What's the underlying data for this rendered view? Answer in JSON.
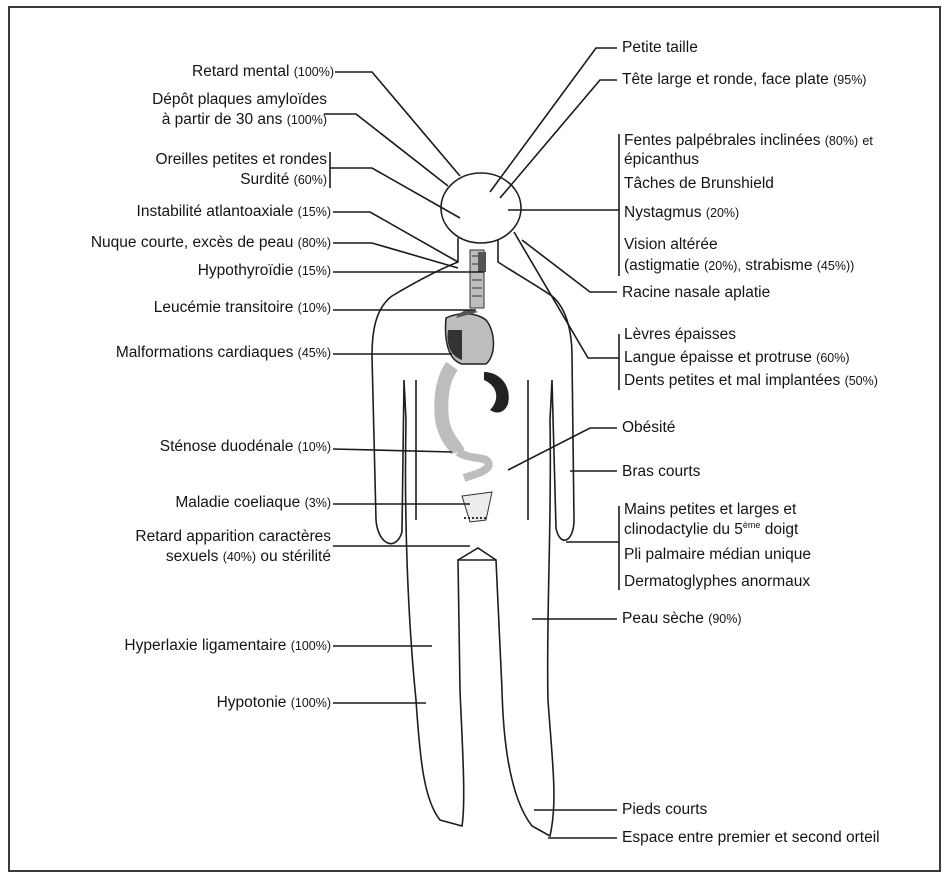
{
  "left": {
    "retard_mental": {
      "text": "Retard mental",
      "pct": "(100%)"
    },
    "amyloid_1": "Dépôt plaques amyloïdes",
    "amyloid_2": {
      "text": "à partir de 30 ans",
      "pct": "(100%)"
    },
    "oreilles": "Oreilles petites et rondes",
    "surdite": {
      "text": "Surdité",
      "pct": "(60%)"
    },
    "instabilite": {
      "text": "Instabilité atlantoaxiale",
      "pct": "(15%)"
    },
    "nuque": {
      "text": "Nuque courte, excès de peau",
      "pct": "(80%)"
    },
    "hypothyroidie": {
      "text": "Hypothyroïdie",
      "pct": "(15%)"
    },
    "leucemie": {
      "text": "Leucémie transitoire",
      "pct": "(10%)"
    },
    "cardiaques": {
      "text": "Malformations cardiaques",
      "pct": "(45%)"
    },
    "stenose": {
      "text": "Sténose duodénale",
      "pct": "(10%)"
    },
    "coeliaque": {
      "text": "Maladie coeliaque",
      "pct": "(3%)"
    },
    "sexuels_1": "Retard apparition caractères",
    "sexuels_2": {
      "text": "sexuels",
      "pct": "(40%)",
      "rest": "ou stérilité"
    },
    "hyperlaxie": {
      "text": "Hyperlaxie ligamentaire",
      "pct": "(100%)"
    },
    "hypotonie": {
      "text": "Hypotonie",
      "pct": "(100%)"
    }
  },
  "right": {
    "petite_taille": "Petite taille",
    "tete": {
      "text": "Tête large et ronde, face plate",
      "pct": "(95%)"
    },
    "fentes_1": {
      "text": "Fentes palpébrales inclinées",
      "pct": "(80%)",
      "rest": "et"
    },
    "fentes_2": "épicanthus",
    "taches": "Tâches de Brunshield",
    "nystagmus": {
      "text": "Nystagmus",
      "pct": "(20%)"
    },
    "vision_1": "Vision altérée",
    "vision_2": {
      "a": "(astigmatie",
      "pa": "(20%),",
      "b": "strabisme",
      "pb": "(45%))"
    },
    "racine": "Racine nasale aplatie",
    "levres": "Lèvres épaisses",
    "langue": {
      "text": "Langue épaisse et protruse",
      "pct": "(60%)"
    },
    "dents": {
      "text": "Dents petites et mal implantées",
      "pct": "(50%)"
    },
    "obesite": "Obésité",
    "bras": "Bras courts",
    "mains_1": "Mains petites et larges et",
    "mains_2": {
      "text": "clinodactylie du 5",
      "sup": "ème",
      "rest": "doigt"
    },
    "pli": "Pli palmaire médian unique",
    "dermato": "Dermatoglyphes anormaux",
    "peau": {
      "text": "Peau sèche",
      "pct": "(90%)"
    },
    "pieds": "Pieds courts",
    "espace": "Espace entre premier et second orteil"
  }
}
